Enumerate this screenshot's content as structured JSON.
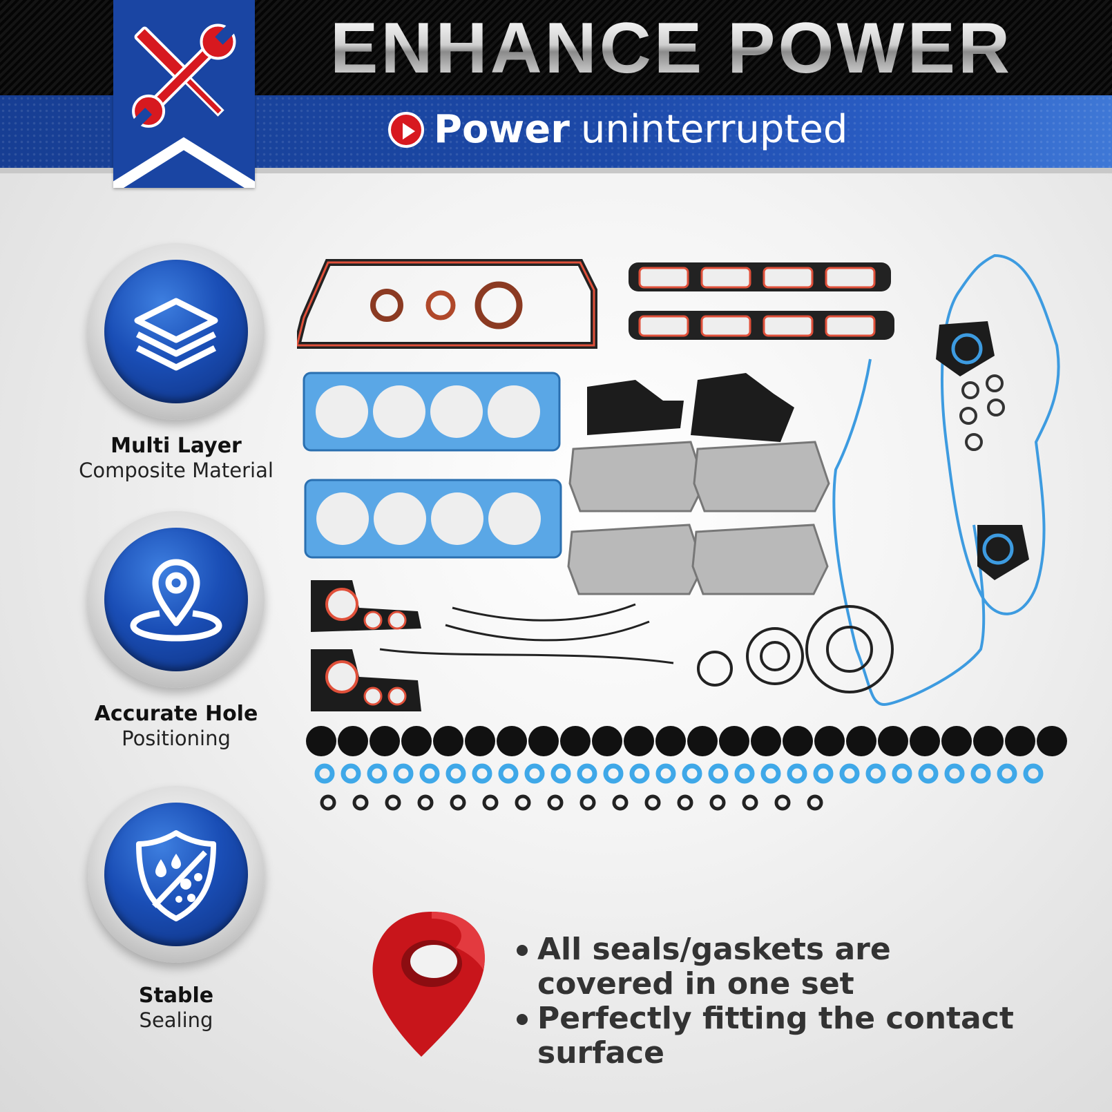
{
  "header": {
    "headline": "ENHANCE POWER",
    "tagline_bold": "Power",
    "tagline_rest": "uninterrupted"
  },
  "features": [
    {
      "title": "Multi Layer",
      "subtitle": "Composite Material",
      "icon": "layers-icon"
    },
    {
      "title": "Accurate Hole",
      "subtitle": "Positioning",
      "icon": "location-pin-icon"
    },
    {
      "title": "Stable",
      "subtitle": "Sealing",
      "icon": "shield-droplets-icon"
    }
  ],
  "bullets": [
    "All seals/gaskets are covered in one set",
    "Perfectly fitting the contact surface"
  ],
  "colors": {
    "brand_blue": "#1a45a3",
    "accent_red": "#d7191f",
    "gasket_blue": "#3d9be0",
    "gasket_red": "#e0503a"
  }
}
